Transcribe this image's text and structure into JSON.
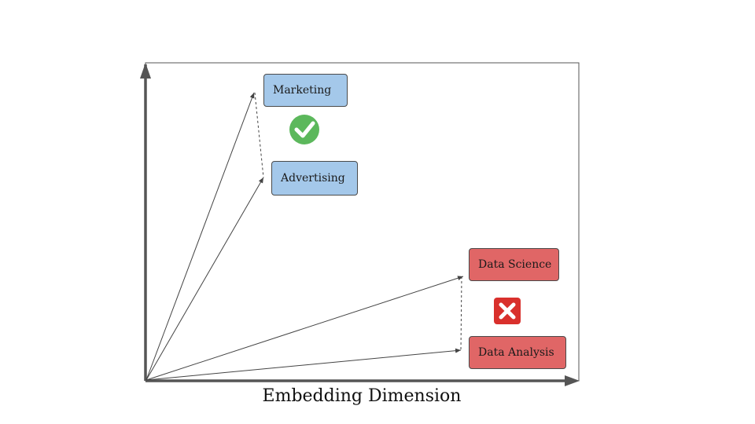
{
  "diagram": {
    "x_axis_label": "Embedding Dimension",
    "groups": [
      {
        "name": "related",
        "color": "#a4c8ea",
        "status_icon": "check-circle-icon",
        "status_color": "#5cb85c",
        "terms": [
          "Marketing",
          "Advertising"
        ]
      },
      {
        "name": "unrelated",
        "color": "#e06666",
        "status_icon": "x-square-icon",
        "status_color": "#d9302c",
        "terms": [
          "Data Science",
          "Data Analysis"
        ]
      }
    ]
  }
}
